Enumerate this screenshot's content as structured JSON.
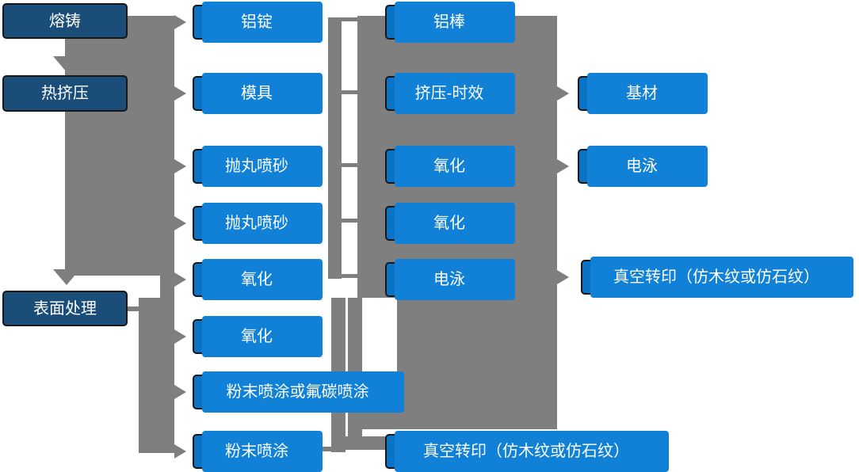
{
  "flowchart": {
    "stages": [
      "熔铸",
      "热挤压",
      "表面处理"
    ],
    "preparation": [
      "铝锭",
      "模具",
      "抛丸喷砂",
      "抛丸喷砂",
      "氧化",
      "氧化",
      "粉末喷涂或氟碳喷涂",
      "粉末喷涂"
    ],
    "processing": [
      "铝棒",
      "挤压-时效",
      "氧化",
      "氧化",
      "电泳",
      "真空转印（仿木纹或仿石纹）"
    ],
    "outputs": [
      "基材",
      "电泳",
      "真空转印（仿木纹或仿石纹）"
    ],
    "connections": [
      "熔铸 → 热挤压",
      "热挤压 → 表面处理",
      "主干 → 铝锭 / 模具 / 抛丸喷砂 / 抛丸喷砂 / 氧化 / 氧化 / 粉末喷涂或氟碳喷涂 / 粉末喷涂",
      "铝锭 / 模具 / 抛丸喷砂 / 抛丸喷砂 / 氧化 → 汇流块",
      "挤压-时效 → 基材",
      "氧化 → 电泳",
      "电泳 → 真空转印（仿木纹或仿石纹）",
      "氧化 / 粉末喷涂或氟碳喷涂 / 粉末喷涂 → 真空转印（仿木纹或仿石纹）"
    ],
    "colors": {
      "node_blue": "#0a73c4",
      "node_navy": "#1a4e79",
      "node_accent": "#1081d6",
      "connector_gray": "#7f7f7f",
      "border": "#15181b",
      "text": "#ffffff"
    }
  }
}
